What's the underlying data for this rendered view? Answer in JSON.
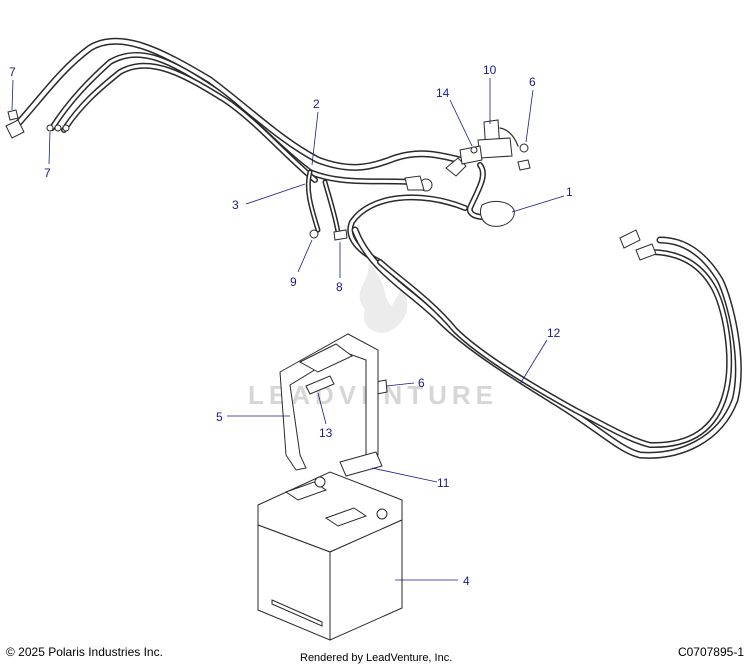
{
  "callouts": {
    "c1": "1",
    "c2": "2",
    "c3": "3",
    "c4": "4",
    "c5": "5",
    "c6a": "6",
    "c6b": "6",
    "c7a": "7",
    "c7b": "7",
    "c8": "8",
    "c9": "9",
    "c10": "10",
    "c11": "11",
    "c12": "12",
    "c13": "13",
    "c14": "14"
  },
  "watermark": "LEADVENTURE",
  "footer": {
    "copyright": "© 2025 Polaris Industries Inc.",
    "rendered_by": "Rendered by LeadVenture, Inc.",
    "drawing_id": "C0707895-1"
  },
  "colors": {
    "callout": "#1a1a8c",
    "line": "#2a2a2a",
    "watermark": "#d6d6d6"
  }
}
